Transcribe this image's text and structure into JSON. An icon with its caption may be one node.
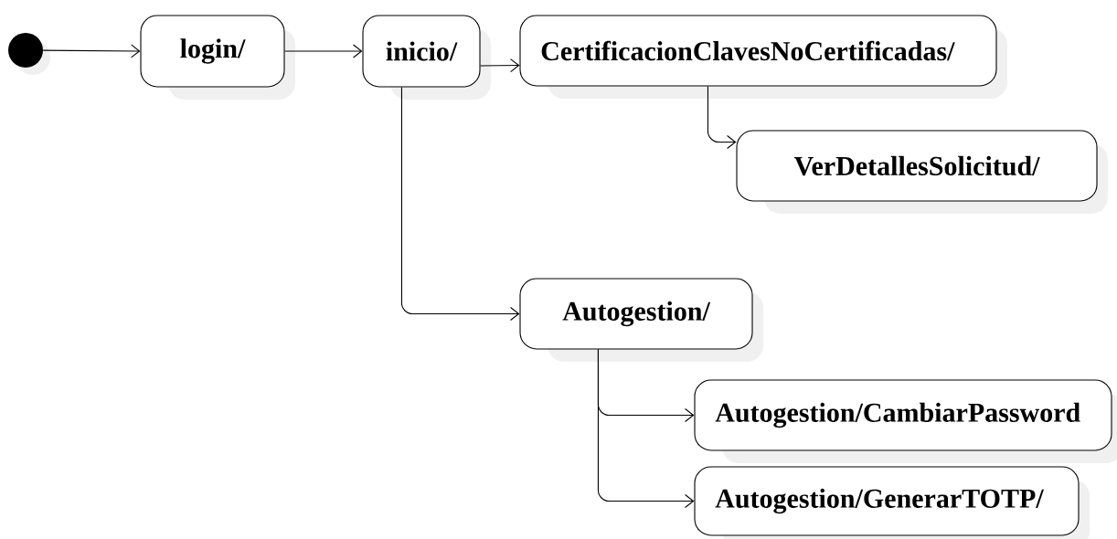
{
  "diagram": {
    "nodes": [
      {
        "text": [],
        "shape": "circle"
      },
      {
        "text": [
          "login/"
        ]
      },
      {
        "text": [
          "inicio/"
        ]
      },
      {
        "text": [
          "CertificacionClavesNoCertificadas/"
        ]
      },
      {
        "text": [
          "VerDetallesSolicitud/"
        ]
      },
      {
        "text": [
          "Autogestion/"
        ]
      },
      {
        "text": [
          "Autogestion/CambiarPassword"
        ]
      },
      {
        "text": [
          "Autogestion/GenerarTOTP/"
        ]
      }
    ],
    "edges": [
      {
        "from": 0,
        "to": 1,
        "arrow": "to"
      },
      {
        "from": 1,
        "to": 2,
        "arrow": "to"
      },
      {
        "from": 2,
        "to": 3,
        "arrow": "to"
      },
      {
        "from": 3,
        "to": 4,
        "arrow": "to"
      },
      {
        "from": 2,
        "to": 5,
        "arrow": "to"
      },
      {
        "from": 5,
        "to": 6,
        "arrow": "to"
      },
      {
        "from": 5,
        "to": 7,
        "arrow": "to"
      }
    ]
  }
}
